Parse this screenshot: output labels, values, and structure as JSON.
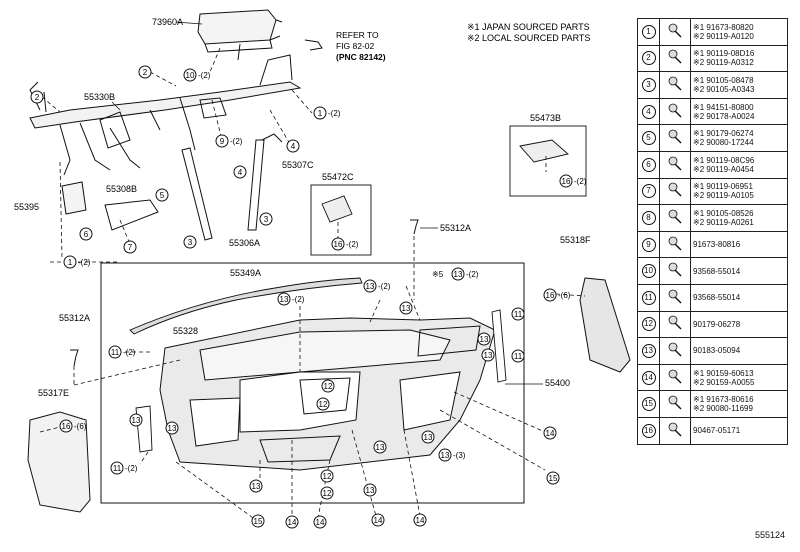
{
  "header_notes": [
    "※1 JAPAN SOURCED PARTS",
    "※2 LOCAL SOURCED PARTS"
  ],
  "refer_note": [
    "REFER TO",
    "FIG 82-02",
    "(PNC 82142)"
  ],
  "figure_id": "555124",
  "part_labels": {
    "p73960A": "73960A",
    "p55330B": "55330B",
    "p55307C": "55307C",
    "p55306A": "55306A",
    "p55308B": "55308B",
    "p55395": "55395",
    "p55472C": "55472C",
    "p55473B": "55473B",
    "p55312A_top": "55312A",
    "p55312A_left": "55312A",
    "p55318F": "55318F",
    "p55349A": "55349A",
    "p55328": "55328",
    "p55400": "55400",
    "p55317E": "55317E"
  },
  "callout_nums": {
    "n1": "1",
    "n2": "2",
    "n3": "3",
    "n4": "4",
    "n5": "5",
    "n6": "6",
    "n7": "7",
    "n9": "9",
    "n10": "10",
    "n11": "11",
    "n12": "12",
    "n13": "13",
    "n14": "14",
    "n15": "15",
    "n16": "16"
  },
  "qty": {
    "q2": "-(2)",
    "q3": "-(3)",
    "q6": "-(6)"
  },
  "star5": "※5",
  "parts_table": [
    {
      "num": "1",
      "lines": [
        "※1 91673-80820",
        "※2 90119-A0120"
      ]
    },
    {
      "num": "2",
      "lines": [
        "※1 90119-08D16",
        "※2 90119-A0312"
      ]
    },
    {
      "num": "3",
      "lines": [
        "※1 90105-08478",
        "※2 90105-A0343"
      ]
    },
    {
      "num": "4",
      "lines": [
        "※1 94151-80800",
        "※2 90178-A0024"
      ]
    },
    {
      "num": "5",
      "lines": [
        "※1 90179-06274",
        "※2 90080-17244"
      ]
    },
    {
      "num": "6",
      "lines": [
        "※1 90119-08C96",
        "※2 90119-A0454"
      ]
    },
    {
      "num": "7",
      "lines": [
        "※1 90119-06951",
        "※2 90119-A0105"
      ]
    },
    {
      "num": "8",
      "lines": [
        "※1 90105-08526",
        "※2 90119-A0261"
      ]
    },
    {
      "num": "9",
      "lines": [
        "91673-80816"
      ]
    },
    {
      "num": "10",
      "lines": [
        "93568-55014"
      ]
    },
    {
      "num": "11",
      "lines": [
        "93568-55014"
      ]
    },
    {
      "num": "12",
      "lines": [
        "90179-06278"
      ]
    },
    {
      "num": "13",
      "lines": [
        "90183-05094"
      ]
    },
    {
      "num": "14",
      "lines": [
        "※1 90159-60613",
        "※2 90159-A0055"
      ]
    },
    {
      "num": "15",
      "lines": [
        "※1 91673-80616",
        "※2 90080-11699"
      ]
    },
    {
      "num": "16",
      "lines": [
        "90467-05171"
      ]
    }
  ]
}
